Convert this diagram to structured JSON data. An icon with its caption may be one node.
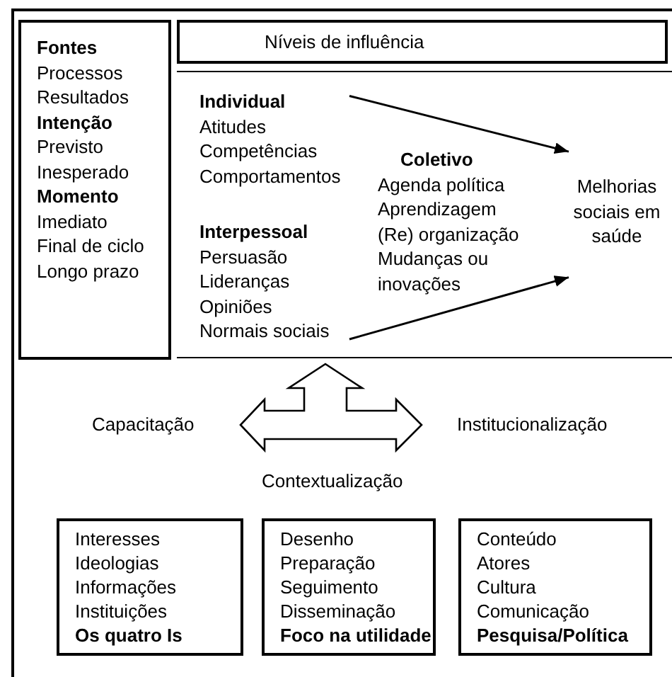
{
  "diagram": {
    "nodes": [
      {
        "text": [
          "Fontes",
          "Processos",
          "Resultados",
          "Intenção",
          "Previsto",
          "Inesperado",
          "Momento",
          "Imediato",
          "Final de ciclo",
          "Longo prazo"
        ]
      },
      {
        "text": [
          "Níveis de influência"
        ]
      },
      {
        "text": [],
        "shape": "box"
      },
      {
        "text": [
          "Individual",
          "Atitudes",
          "Competências",
          "Comportamentos"
        ],
        "in": 2
      },
      {
        "text": [
          "Interpessoal",
          "Persuasão",
          "Lideranças",
          "Opiniões",
          "Normais sociais"
        ],
        "in": 2
      },
      {
        "text": [
          "Coletivo",
          "Agenda política",
          "Aprendizagem",
          "(Re) organização",
          "Mudanças ou",
          "inovações"
        ],
        "in": 2
      },
      {
        "text": [
          "Melhorias sociais em saúde"
        ],
        "in": 2
      },
      {
        "text": [
          "Interesses",
          "Ideologias",
          "Informações",
          "Instituições",
          "Os quatro Is"
        ]
      },
      {
        "text": [
          "Desenho",
          "Preparação",
          "Seguimento",
          "Disseminação",
          "Foco na utilidade"
        ]
      },
      {
        "text": [
          "Conteúdo",
          "Atores",
          "Cultura",
          "Comunicação",
          "Pesquisa/Política"
        ]
      }
    ],
    "edges": [
      {
        "from": 3,
        "to": 6,
        "arrow": "to"
      },
      {
        "from": 4,
        "to": 6,
        "arrow": "to"
      }
    ],
    "labels": [
      "Capacitação",
      "Institucionalização",
      "Contextualização"
    ]
  }
}
